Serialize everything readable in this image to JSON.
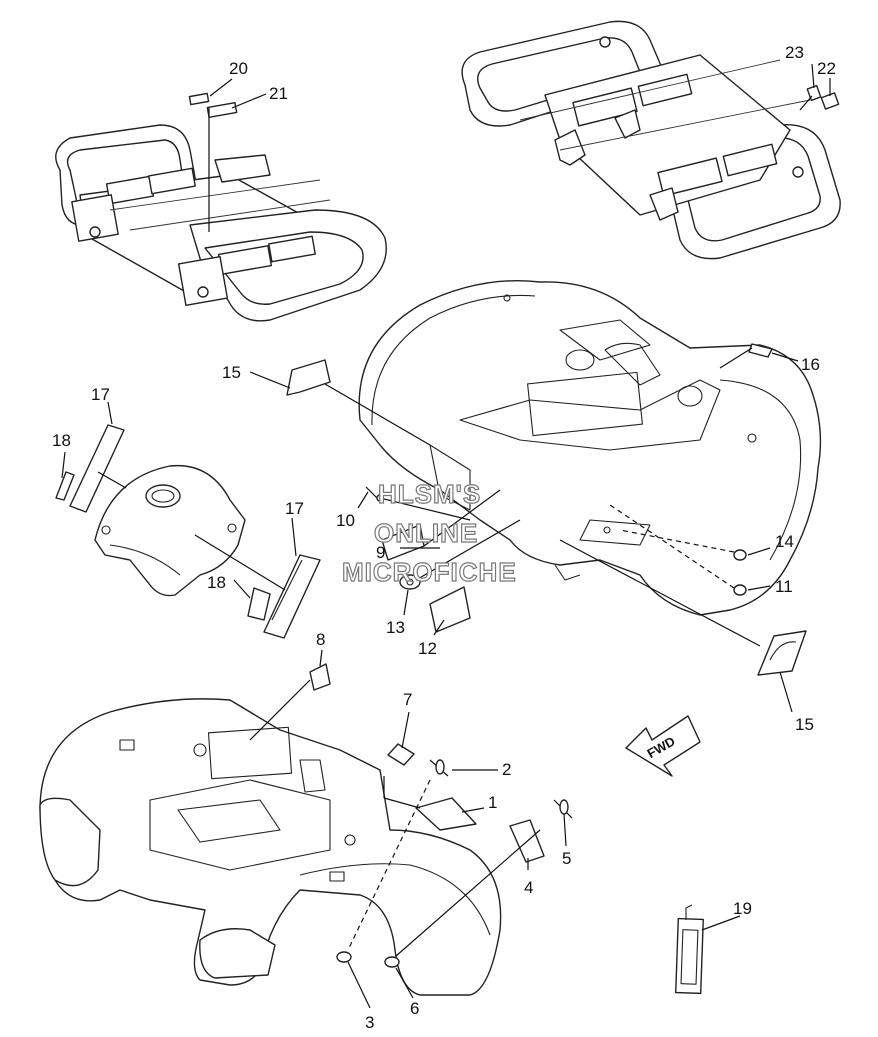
{
  "watermark": {
    "line1": "HLSM'S",
    "line2": "ONLINE",
    "line3": "MICROFICHE"
  },
  "fwd_arrow": {
    "text": "FWD"
  },
  "callouts": {
    "c1": "1",
    "c2": "2",
    "c3": "3",
    "c4": "4",
    "c5": "5",
    "c6": "6",
    "c7": "7",
    "c8": "8",
    "c9": "9",
    "c10": "10",
    "c11": "11",
    "c12": "12",
    "c13": "13",
    "c14": "14",
    "c15a": "15",
    "c15b": "15",
    "c16": "16",
    "c17a": "17",
    "c17b": "17",
    "c18a": "18",
    "c18b": "18",
    "c19": "19",
    "c20": "20",
    "c21": "21",
    "c22": "22",
    "c23": "23"
  }
}
